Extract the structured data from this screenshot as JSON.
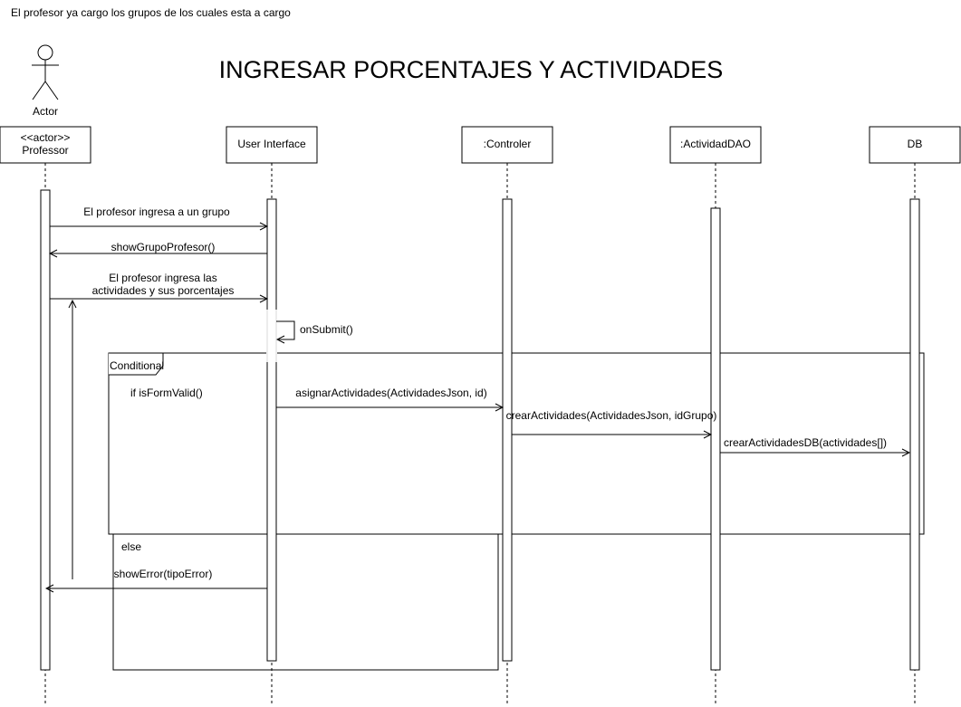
{
  "note": "El profesor ya cargo los grupos de los cuales esta a cargo",
  "title": "INGRESAR PORCENTAJES Y ACTIVIDADES",
  "actor_label": "Actor",
  "participants": {
    "professor_line1": "<<actor>>",
    "professor_line2": "Professor",
    "ui": "User Interface",
    "controler": ":Controler",
    "dao": ":ActividadDAO",
    "db": "DB"
  },
  "messages": {
    "m1": "El profesor ingresa a un grupo",
    "m2": "showGrupoProfesor()",
    "m3_line1": "El profesor ingresa las",
    "m3_line2": "actividades y sus porcentajes",
    "m4": "onSubmit()",
    "m5": "asignarActividades(ActividadesJson, id)",
    "m6": "crearActividades(ActividadesJson, idGrupo)",
    "m7": "crearActividadesDB(actividades[])",
    "m8": "showError(tipoError)"
  },
  "frame": {
    "label": "Conditional",
    "condition": "if  isFormValid()",
    "else_label": "else"
  }
}
